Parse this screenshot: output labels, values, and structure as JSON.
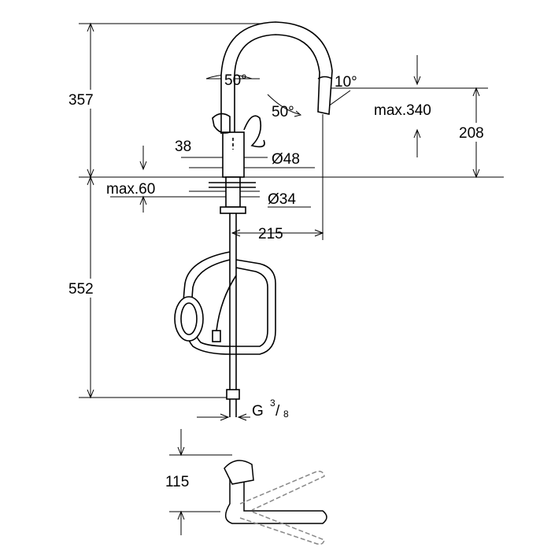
{
  "dimensions": {
    "total_height_above": "357",
    "total_height_below": "552",
    "spout_height": "208",
    "swivel_angle_top": "50°",
    "swivel_angle_side": "50°",
    "spout_angle": "10°",
    "max_reach": "max.340",
    "base_width": "38",
    "base_diameter": "Ø48",
    "max_counter_thickness": "max.60",
    "hole_diameter": "Ø34",
    "spout_reach": "215",
    "connection_thread": "G",
    "connection_num": "3",
    "connection_den": "8",
    "top_view_depth": "115"
  },
  "colors": {
    "line": "#000000",
    "background": "#ffffff"
  }
}
